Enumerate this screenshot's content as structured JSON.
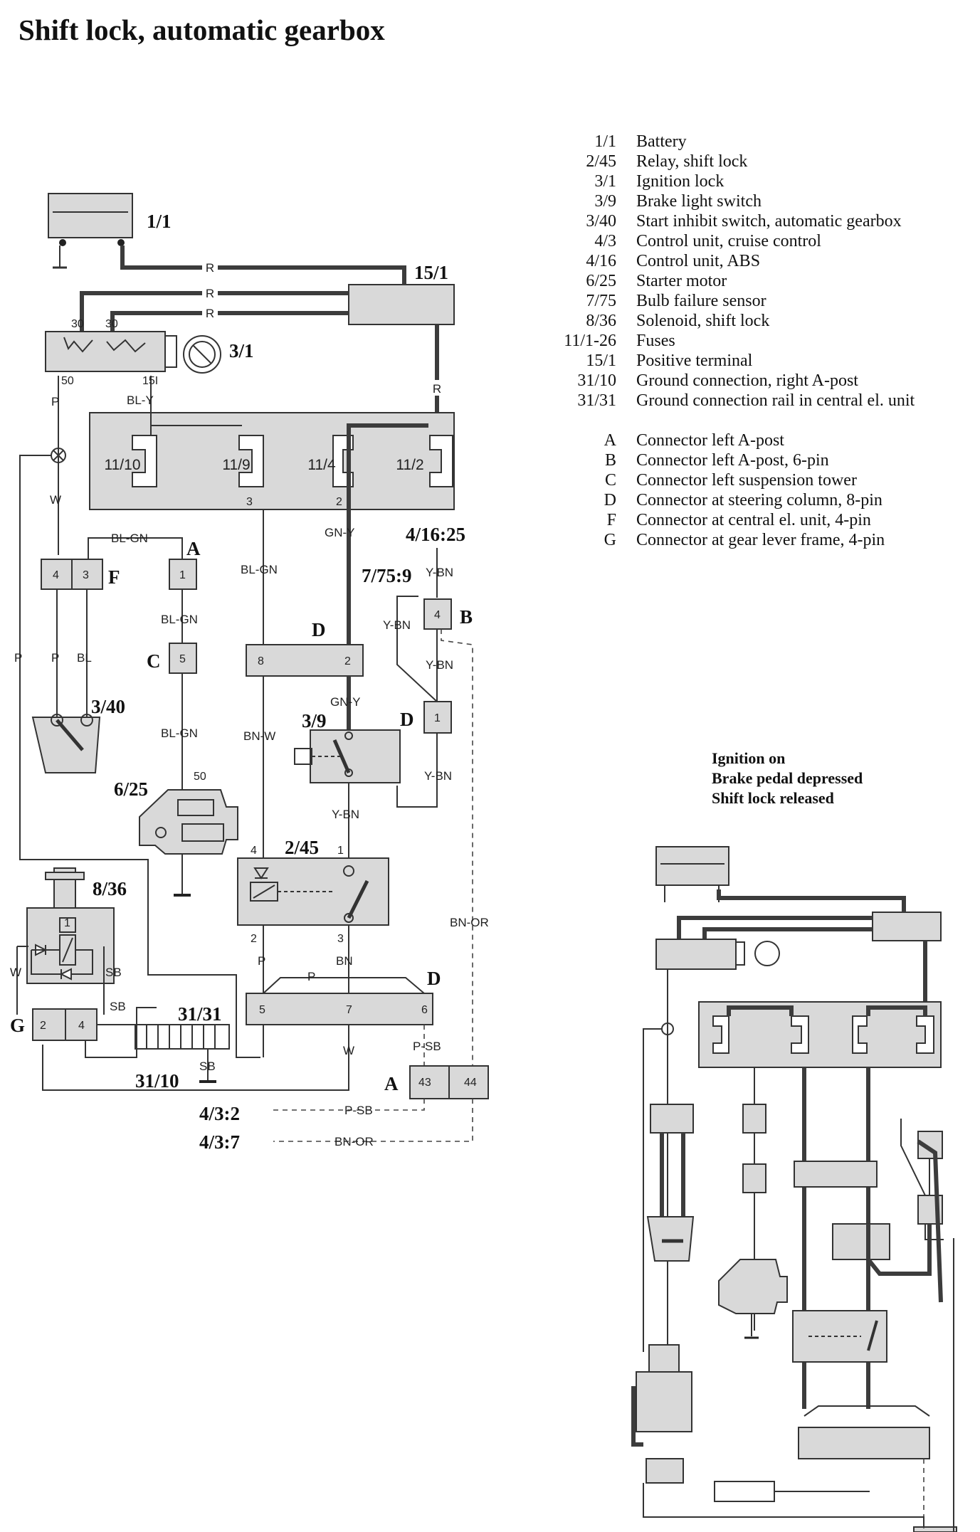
{
  "title": "Shift lock, automatic gearbox",
  "legend": [
    {
      "code": "1/1",
      "desc": "Battery"
    },
    {
      "code": "2/45",
      "desc": "Relay, shift lock"
    },
    {
      "code": "3/1",
      "desc": "Ignition lock"
    },
    {
      "code": "3/9",
      "desc": "Brake light switch"
    },
    {
      "code": "3/40",
      "desc": "Start inhibit switch, automatic gearbox"
    },
    {
      "code": "4/3",
      "desc": "Control unit, cruise control"
    },
    {
      "code": "4/16",
      "desc": "Control unit, ABS"
    },
    {
      "code": "6/25",
      "desc": "Starter motor"
    },
    {
      "code": "7/75",
      "desc": "Bulb failure sensor"
    },
    {
      "code": "8/36",
      "desc": "Solenoid, shift lock"
    },
    {
      "code": "11/1-26",
      "desc": "Fuses"
    },
    {
      "code": "15/1",
      "desc": "Positive terminal"
    },
    {
      "code": "31/10",
      "desc": "Ground connection, right A-post"
    },
    {
      "code": "31/31",
      "desc": "Ground connection rail in central el. unit"
    }
  ],
  "connectors": [
    {
      "code": "A",
      "desc": "Connector left A-post"
    },
    {
      "code": "B",
      "desc": "Connector left A-post, 6-pin"
    },
    {
      "code": "C",
      "desc": "Connector left suspension tower"
    },
    {
      "code": "D",
      "desc": "Connector at steering column, 8-pin"
    },
    {
      "code": "F",
      "desc": "Connector at central el. unit, 4-pin"
    },
    {
      "code": "G",
      "desc": "Connector at gear lever frame, 4-pin"
    }
  ],
  "state": [
    "Ignition on",
    "Brake pedal depressed",
    "Shift lock released"
  ],
  "components": {
    "battery": "1/1",
    "positive_terminal": "15/1",
    "ignition_lock": "3/1",
    "start_inhibit": "3/40",
    "starter_motor": "6/25",
    "solenoid": "8/36",
    "brake_switch": "3/9",
    "relay": "2/45",
    "ground_rail": "31/31",
    "ground_post": "31/10",
    "bulb_sensor": "7/75:9",
    "abs_unit": "4/16:25",
    "cruise_1": "4/3:2",
    "cruise_2": "4/3:7"
  },
  "connector_letters": {
    "f": "F",
    "a_top": "A",
    "c": "C",
    "d_top": "D",
    "d_right": "D",
    "b": "B",
    "g": "G",
    "d_bottom": "D",
    "a_bottom": "A"
  },
  "fuses": [
    "11/10",
    "11/9",
    "11/4",
    "11/2"
  ],
  "wires": {
    "r1": "R",
    "r2": "R",
    "r3": "R",
    "r4": "R",
    "bl_y": "BL-Y",
    "p1": "P",
    "w1": "W",
    "bl_gn1": "BL-GN",
    "bl_gn2": "BL-GN",
    "bl_gn3": "BL-GN",
    "bl_gn4": "BL-GN",
    "gn_y1": "GN-Y",
    "gn_y2": "GN-Y",
    "y_bn1": "Y-BN",
    "y_bn2": "Y-BN",
    "y_bn3": "Y-BN",
    "y_bn4": "Y-BN",
    "y_bn5": "Y-BN",
    "p2": "P",
    "p3": "P",
    "bl": "BL",
    "bn_w": "BN-W",
    "p4": "P",
    "p5": "P",
    "bn": "BN",
    "w2": "W",
    "sb1": "SB",
    "w3": "W",
    "sb2": "SB",
    "sb3": "SB",
    "p_sb1": "P-SB",
    "p_sb2": "P-SB",
    "bn_or1": "BN-OR",
    "bn_or2": "BN-OR"
  },
  "pins": {
    "ign_30a": "30",
    "ign_30b": "30",
    "ign_50": "50",
    "ign_15i": "15I",
    "fuse_3": "3",
    "fuse_2": "2",
    "f_4": "4",
    "f_3": "3",
    "a_1": "1",
    "c_5": "5",
    "d_8": "8",
    "d_2": "2",
    "b_4": "4",
    "d_1": "1",
    "starter_50": "50",
    "relay_4": "4",
    "relay_1": "1",
    "relay_2": "2",
    "relay_3": "3",
    "g_2": "2",
    "g_4": "4",
    "solenoid_1": "1",
    "d_5": "5",
    "d_7": "7",
    "d_6": "6",
    "a_43": "43",
    "a_44": "44"
  }
}
